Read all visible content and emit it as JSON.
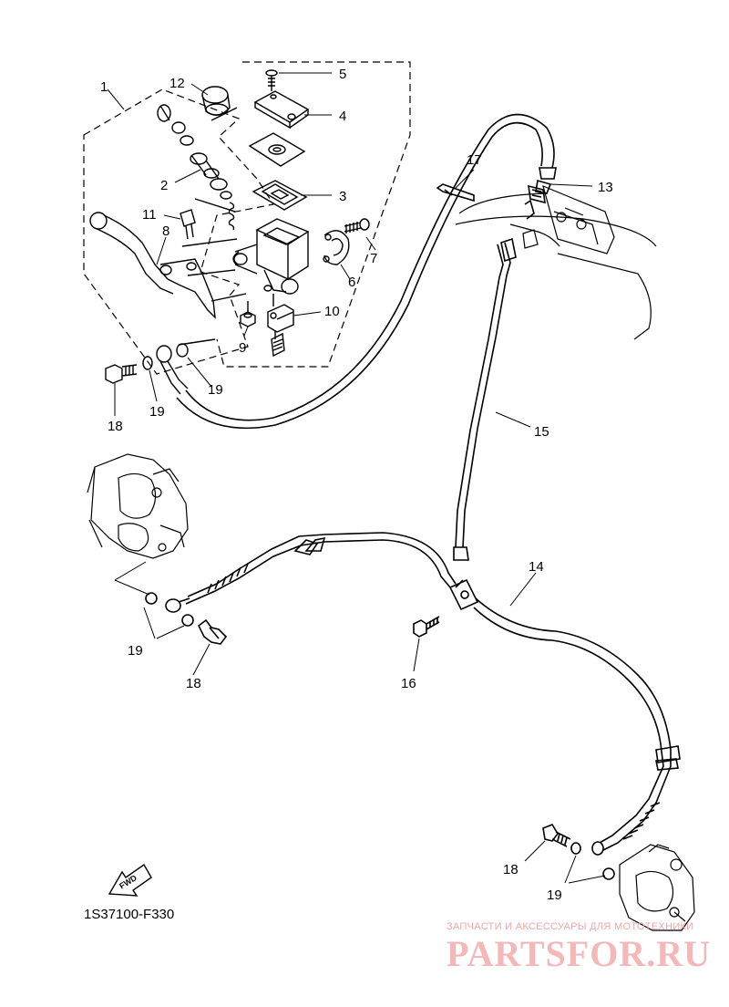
{
  "callouts": {
    "c1": "1",
    "c2": "2",
    "c3": "3",
    "c4": "4",
    "c5": "5",
    "c6": "6",
    "c7": "7",
    "c8": "8",
    "c9": "9",
    "c10": "10",
    "c11": "11",
    "c12": "12",
    "c13": "13",
    "c14": "14",
    "c15": "15",
    "c16": "16",
    "c17": "17",
    "c18a": "18",
    "c18b": "18",
    "c18c": "18",
    "c19a": "19",
    "c19b": "19",
    "c19c": "19",
    "c19d": "19"
  },
  "fwd_label": "FWD",
  "reference_code": "1S37100-F330",
  "watermark": {
    "subtitle": "ЗАПЧАСТИ И АКСЕССУАРЫ ДЛЯ МОТОТЕХНИКИ",
    "brand": "PARTSFOR.RU"
  },
  "colors": {
    "line": "#000000",
    "watermark": "#f2a6a6"
  }
}
